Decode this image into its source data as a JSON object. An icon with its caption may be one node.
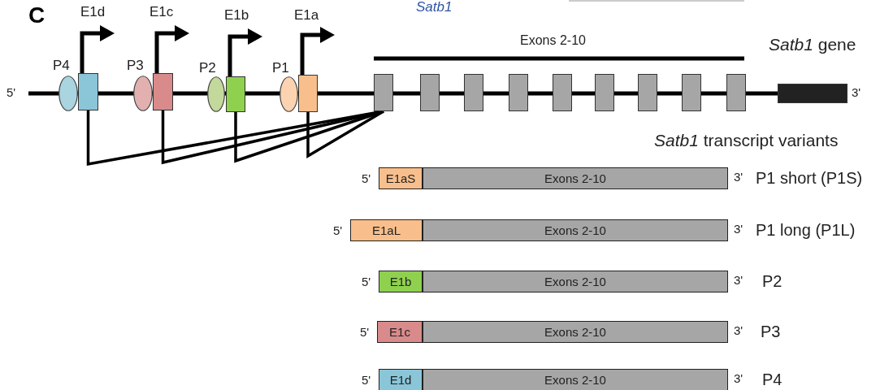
{
  "diagram": {
    "nodes": [
      {
        "text": [],
        "shape": "ellipse",
        "beside": [
          "P4"
        ]
      },
      {
        "text": [],
        "shape": "box"
      },
      {
        "text": [],
        "shape": "ellipse",
        "beside": [
          "P3"
        ]
      },
      {
        "text": [],
        "shape": "box"
      },
      {
        "text": [],
        "shape": "ellipse",
        "beside": [
          "P2"
        ]
      },
      {
        "text": [],
        "shape": "box"
      },
      {
        "text": [],
        "shape": "ellipse",
        "beside": [
          "P1"
        ]
      },
      {
        "text": [],
        "shape": "box"
      },
      {
        "text": [],
        "shape": "box"
      },
      {
        "text": [],
        "shape": "box"
      },
      {
        "text": [],
        "shape": "box"
      },
      {
        "text": [],
        "shape": "box"
      },
      {
        "text": [],
        "shape": "box"
      },
      {
        "text": [],
        "shape": "box"
      },
      {
        "text": [],
        "shape": "box"
      },
      {
        "text": [],
        "shape": "box"
      },
      {
        "text": [],
        "shape": "box"
      },
      {
        "text": [],
        "shape": "box",
        "beside": [
          "3'"
        ]
      },
      {
        "text": [
          "E1aS"
        ],
        "beside": [
          "5'"
        ]
      },
      {
        "text": [
          "Exons 2-10"
        ],
        "beside": [
          "3'",
          "P1 short (P1S)"
        ]
      },
      {
        "text": [
          "E1aL"
        ],
        "beside": [
          "5'"
        ]
      },
      {
        "text": [
          "Exons 2-10"
        ],
        "beside": [
          "3'",
          "P1 long (P1L)"
        ]
      },
      {
        "text": [
          "E1b"
        ],
        "beside": [
          "5'"
        ]
      },
      {
        "text": [
          "Exons 2-10"
        ],
        "beside": [
          "3'",
          "P2"
        ]
      },
      {
        "text": [
          "E1c"
        ],
        "beside": [
          "5'"
        ]
      },
      {
        "text": [
          "Exons 2-10"
        ],
        "beside": [
          "3'",
          "P3"
        ]
      },
      {
        "text": [
          "E1d"
        ],
        "beside": [
          "5'"
        ]
      },
      {
        "text": [
          "Exons 2-10"
        ],
        "beside": [
          "3'",
          "P4"
        ]
      }
    ],
    "edges": [
      {
        "from": 1,
        "to": 8,
        "arrow": "none"
      },
      {
        "from": 3,
        "to": 8,
        "arrow": "none"
      },
      {
        "from": 5,
        "to": 8,
        "arrow": "none"
      },
      {
        "from": 7,
        "to": 8,
        "arrow": "none"
      }
    ],
    "labels": [
      "C",
      "Satb1",
      "E1d",
      "E1c",
      "E1b",
      "E1a",
      "Exons 2-10",
      "*Satb1* gene",
      "5'",
      "*Satb1* transcript variants"
    ]
  }
}
